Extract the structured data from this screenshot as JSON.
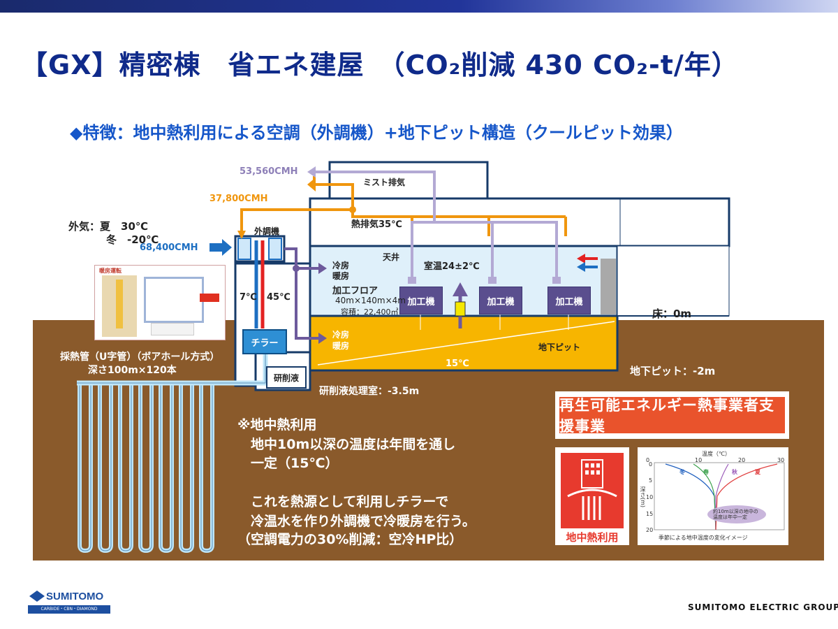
{
  "header": {
    "title": "【GX】精密棟　省エネ建屋　（CO₂削減 430 CO₂-t/年）",
    "subtitle": "◆特徴：地中熱利用による空調（外調機）+地下ピット構造（クールピット効果）"
  },
  "airflow": {
    "exhaust1": "53,560CMH",
    "exhaust2": "37,800CMH",
    "intake": "68,400CMH",
    "mist": "ミスト排気",
    "heat_exhaust": "熱排気35℃"
  },
  "outside_air": {
    "line1": "外気：夏　30℃",
    "line2": "冬　-20℃"
  },
  "equipment": {
    "oac": "外調機",
    "chiller": "チラー",
    "coolant": "研削液",
    "machine": "加工機",
    "temp_cold": "7℃",
    "temp_hot": "45℃"
  },
  "building": {
    "ceiling": "天井",
    "room_temp": "室温24±2℃",
    "floor_name": "加工フロア",
    "floor_dims": "40m×140m×4m",
    "floor_vol": "容積：22,400㎥",
    "cool_heat_upper_1": "冷房",
    "cool_heat_upper_2": "暖房",
    "cool_heat_lower_1": "冷房",
    "cool_heat_lower_2": "暖房",
    "pit": "地下ピット",
    "pit_temp": "15℃",
    "floor_level": "床：0m",
    "pit_level": "地下ピット：-2m",
    "coolant_room": "研削液処理室：-3.5m"
  },
  "geo": {
    "pipe_label1": "採熱管（U字管）（ボアホール方式）",
    "pipe_label2": "深さ100m×120本",
    "inset_title": "暖房運転"
  },
  "notes": [
    "※地中熱利用",
    "　地中10m以深の温度は年間を通し",
    "　一定（15℃）",
    "",
    "　これを熱源として利用しチラーで",
    "　冷温水を作り外調機で冷暖房を行う。",
    "（空調電力の30%削減：空冷HP比）"
  ],
  "banner": "再生可能エネルギー熱事業者支援事業",
  "card_label": "地中熱利用",
  "graph": {
    "title": "温度（℃）",
    "caption": "季節による地中温度の変化イメージ",
    "ylabel": "深さ(m)",
    "x_ticks": [
      "0",
      "10",
      "20",
      "30"
    ],
    "y_ticks": [
      "0",
      "5",
      "10",
      "15",
      "20"
    ],
    "seasons": [
      "冬",
      "春",
      "秋",
      "夏"
    ],
    "note": "約10m以深の地中の温度は年中一定",
    "series_colors": [
      "#1f5fbf",
      "#3aa04a",
      "#9a5ab8",
      "#e04040"
    ]
  },
  "logos": {
    "left": "SUMITOMO",
    "left_sub": "CARBIDE・CBN・DIAMOND",
    "right": "SUMITOMO ELECTRIC GROUP"
  },
  "colors": {
    "title": "#0f2a8a",
    "subtitle": "#1556c9",
    "ground": "#8a5a2b",
    "orange": "#f0960e",
    "purple": "#8e80b8",
    "pit": "#f7b500"
  }
}
